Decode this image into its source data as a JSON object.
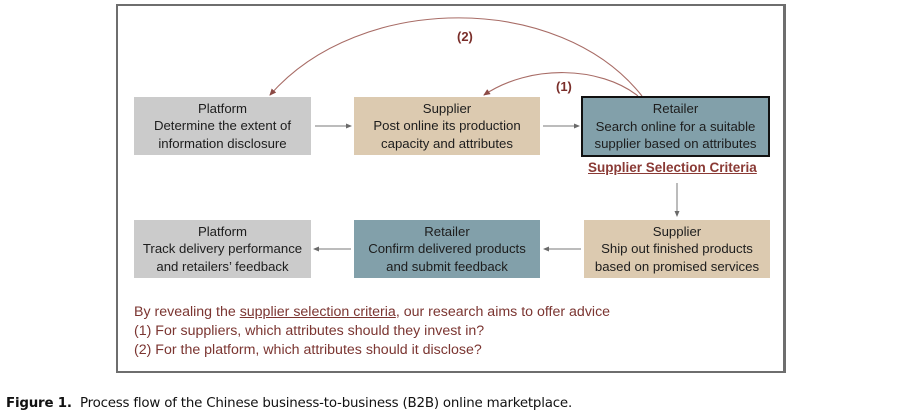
{
  "diagram": {
    "title_arcs": [
      {
        "label": "(2)",
        "from": "retailer-search",
        "to": "platform-disclosure"
      },
      {
        "label": "(1)",
        "from": "retailer-search",
        "to": "supplier-post"
      }
    ],
    "boxes": {
      "platform_disclosure": {
        "title": "Platform",
        "lines": [
          "Determine the extent of",
          "information disclosure"
        ]
      },
      "supplier_post": {
        "title": "Supplier",
        "lines": [
          "Post online its production",
          "capacity and attributes"
        ]
      },
      "retailer_search": {
        "title": "Retailer",
        "lines": [
          "Search online for a suitable",
          "supplier based on attributes"
        ]
      },
      "supplier_ship": {
        "title": "Supplier",
        "lines": [
          "Ship out finished products",
          "based on promised services"
        ]
      },
      "retailer_confirm": {
        "title": "Retailer",
        "lines": [
          "Confirm delivered products",
          "and submit feedback"
        ]
      },
      "platform_track": {
        "title": "Platform",
        "lines": [
          "Track delivery performance",
          "and retailers’ feedback"
        ]
      }
    },
    "criteria_label": "Supplier Selection Criteria",
    "advice": {
      "intro_before": "By revealing the ",
      "intro_link": "supplier selection criteria",
      "intro_after": ", our research aims to offer advice",
      "q1": "(1) For suppliers, which attributes should they invest in?",
      "q2": "(2) For the platform, which attributes should it disclose?"
    },
    "colors": {
      "platform": "#cbcbcb",
      "supplier": "#dccab0",
      "retailer": "#82a0aa",
      "arc": "#a0615c",
      "accent_text": "#8a3a35",
      "flow_arrow": "#7a7a7a"
    }
  },
  "caption": {
    "label": "Figure 1.",
    "text": "Process flow of the Chinese business-to-business (B2B) online marketplace."
  }
}
